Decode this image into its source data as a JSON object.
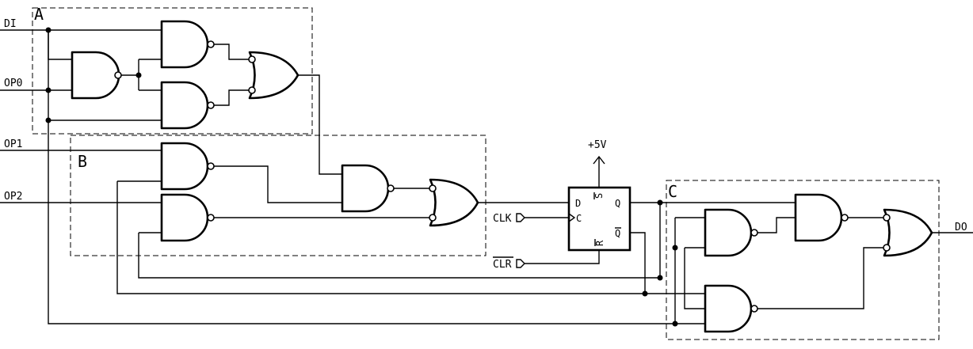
{
  "blocks": {
    "a": "A",
    "b": "B",
    "c": "C"
  },
  "inputs": {
    "di": "DI",
    "op0": "OP0",
    "op1": "OP1",
    "op2": "OP2",
    "clk": "CLK",
    "clr": "CLR"
  },
  "outputs": {
    "do": "DO"
  },
  "supply": {
    "label": "+5V"
  },
  "flipflop": {
    "d": "D",
    "c": "C",
    "q": "Q",
    "qbar": "Q",
    "s": "S",
    "r": "R"
  }
}
